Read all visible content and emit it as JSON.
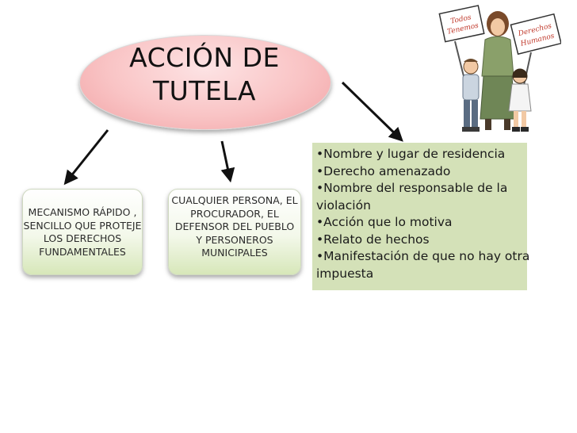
{
  "title": {
    "line1": "ACCIÓN DE",
    "line2": "TUTELA"
  },
  "left_box": {
    "lines": [
      "MECANISMO RÁPIDO ,",
      "SENCILLO QUE PROTEJE",
      "LOS DERECHOS",
      "FUNDAMENTALES"
    ]
  },
  "middle_box": {
    "lines": [
      "CUALQUIER PERSONA, EL",
      "PROCURADOR, EL",
      "DEFENSOR DEL PUEBLO",
      "Y PERSONEROS",
      "MUNICIPALES"
    ]
  },
  "requirements": {
    "lines": [
      "•Nombre y lugar de residencia",
      "•Derecho amenazado",
      "•Nombre del responsable de la",
      "violación",
      "•Acción  que lo motiva",
      "•Relato de hechos",
      "•Manifestación de que no hay otra",
      "impuesta"
    ]
  },
  "illustration": {
    "sign_left": [
      "Todos",
      "Tenemos"
    ],
    "sign_right": [
      "Derechos",
      "Humanos"
    ]
  },
  "colors": {
    "title_fill": "#f9c4c5",
    "box_gradient_bottom": "#d7e7b9",
    "list_fill": "#d4e1b8",
    "arrow": "#111111"
  }
}
